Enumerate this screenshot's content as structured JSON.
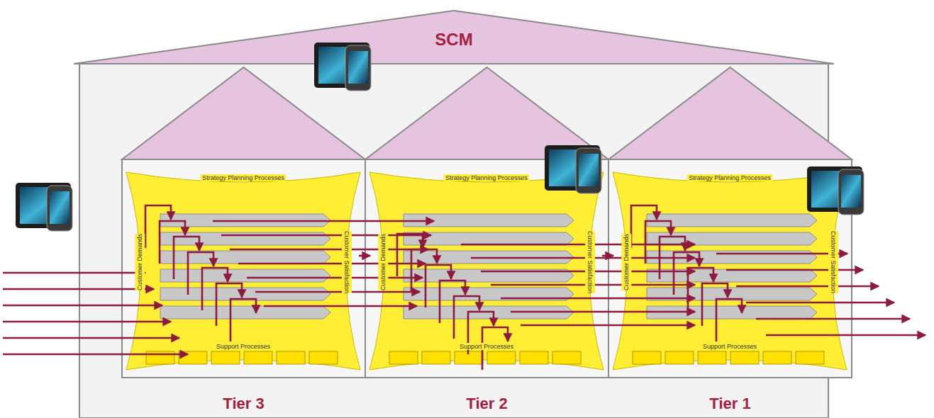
{
  "diagram": {
    "nodes": [
      {
        "text": [
          "SCM"
        ]
      },
      {
        "text": [
          "Tier 3"
        ],
        "in": 0
      },
      {
        "text": [
          "Strategy Planning Processes",
          "Customer Demands",
          "Customer Satisfaction",
          "Support Processes"
        ],
        "in": 1
      },
      {
        "text": [
          "Tier 2"
        ],
        "in": 0
      },
      {
        "text": [
          "Strategy Planning Processes",
          "Customer Demands",
          "Customer Satisfaction",
          "Support Processes"
        ],
        "in": 3
      },
      {
        "text": [
          "Tier 1"
        ],
        "in": 0
      },
      {
        "text": [
          "Strategy Planning Processes",
          "Customer Demands",
          "Customer Satisfaction",
          "Support Processes"
        ],
        "in": 5
      }
    ],
    "edges": [
      {
        "from": 2,
        "to": 4,
        "arrow": "to"
      },
      {
        "from": 4,
        "to": 6,
        "arrow": "to"
      }
    ]
  }
}
